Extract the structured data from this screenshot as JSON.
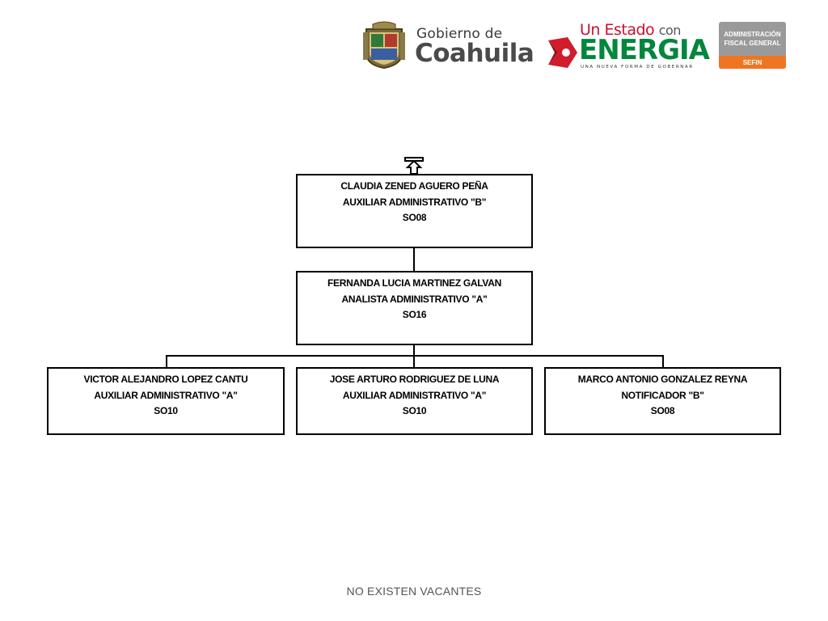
{
  "header": {
    "gobierno": {
      "small": "Gobierno de",
      "big": "Coahuila",
      "shield_icon": "coat-of-arms-icon"
    },
    "energia": {
      "line1": "Un Estado",
      "line1_suffix": "con",
      "word": "ENERGIA",
      "tagline": "UNA NUEVA FORMA DE GOBERNAR",
      "color_red": "#c8102e",
      "color_green": "#00863d"
    },
    "sefin": {
      "line1": "ADMINISTRACIÓN",
      "line2": "FISCAL GENERAL",
      "bottom": "SEFIN",
      "color_gray": "#9a9a9a",
      "color_orange": "#ee7623"
    }
  },
  "org": {
    "top": {
      "name": "CLAUDIA ZENED AGUERO PEÑA",
      "position": "AUXILIAR ADMINISTRATIVO \"B\"",
      "code": "SO08"
    },
    "middle": {
      "name": "FERNANDA LUCIA MARTINEZ GALVAN",
      "position": "ANALISTA  ADMINISTRATIVO \"A\"",
      "code": "SO16"
    },
    "children": [
      {
        "name": "VICTOR ALEJANDRO LOPEZ CANTU",
        "position": "AUXILIAR ADMINISTRATIVO \"A\"",
        "code": "SO10"
      },
      {
        "name": "JOSE ARTURO RODRIGUEZ DE LUNA",
        "position": "AUXILIAR ADMINISTRATIVO \"A\"",
        "code": "SO10"
      },
      {
        "name": "MARCO ANTONIO GONZALEZ REYNA",
        "position": "NOTIFICADOR \"B\"",
        "code": "SO08"
      }
    ]
  },
  "footer": {
    "text": "NO EXISTEN VACANTES"
  }
}
